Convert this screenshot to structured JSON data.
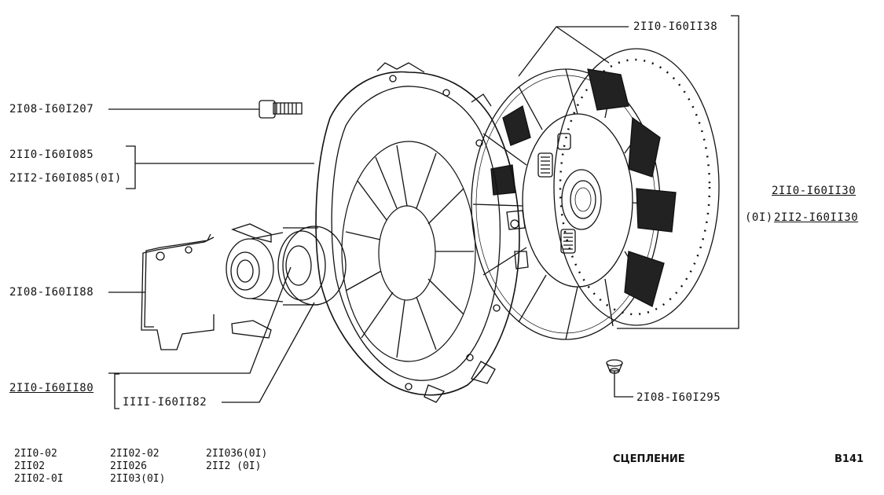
{
  "parts": {
    "bolt": "2I08-I60I207",
    "pressure_plate_a": "2II0-I60I085",
    "pressure_plate_b": "2II2-I60I085(0I)",
    "spring_clip": "2I08-I60II88",
    "release_bearing": "2II0-I60II80",
    "sleeve": "IIII-I60II82",
    "disc_top": "2II0-I60II38",
    "disc_right_a": "2II0-I60II30",
    "disc_right_b_prefix": "(0I)",
    "disc_right_b": "2II2-I60II30",
    "pin": "2I08-I60I295"
  },
  "footer": {
    "models_col1": [
      "2II0-02",
      "2II02",
      "2II02-0I"
    ],
    "models_col2": [
      "2II02-02",
      "2II026",
      "2II03(0I)"
    ],
    "models_col3": [
      "2II036(0I)",
      "2II2  (0I)"
    ],
    "title": "СЦЕПЛЕНИЕ",
    "page_code": "B141"
  }
}
